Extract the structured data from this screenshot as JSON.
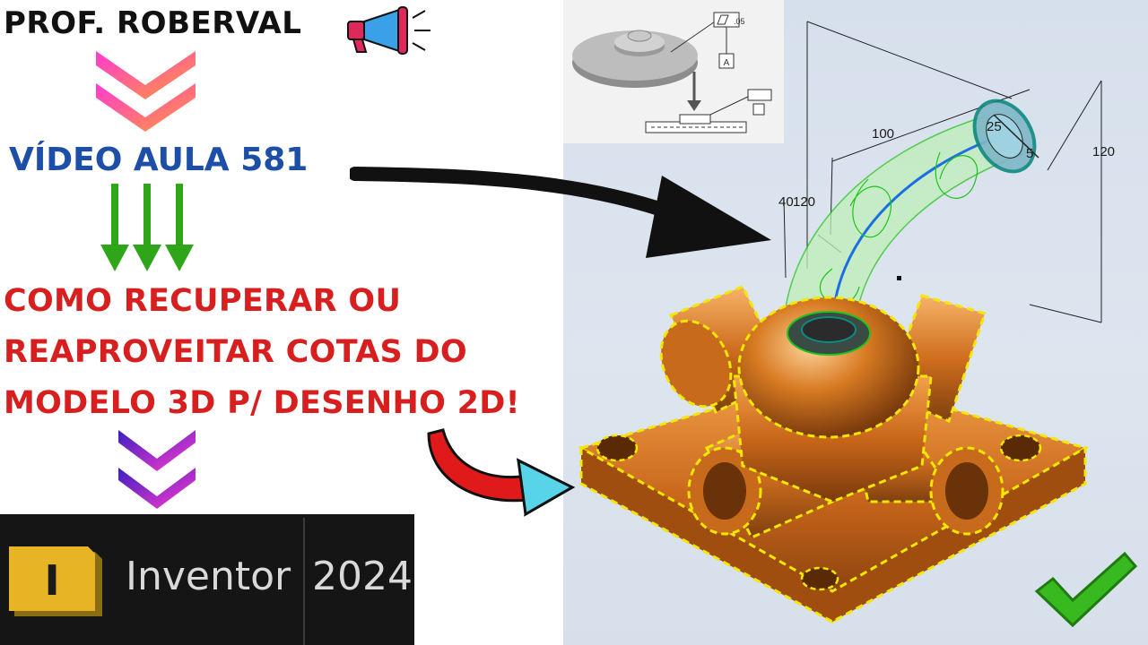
{
  "author": "PROF. ROBERVAL",
  "lesson": "VÍDEO AULA 581",
  "headline_lines": [
    "COMO RECUPERAR OU",
    "REAPROVEITAR COTAS DO",
    "MODELO 3D P/ DESENHO 2D!"
  ],
  "software": {
    "logo_letter": "I",
    "name": "Inventor",
    "year": "2024"
  },
  "dimensions": {
    "d100": "100",
    "d120_right": "120",
    "d40": "40",
    "d120_left": "120",
    "d25": "25",
    "d5": "5"
  },
  "inset_labels": {
    "tolerance": ".05",
    "datum": "A"
  },
  "icons": [
    "megaphone-icon",
    "pink-chevron-arrows",
    "green-down-arrows",
    "purple-chevron-arrows",
    "black-curved-arrow",
    "red-curved-arrow",
    "green-check-icon"
  ],
  "colors": {
    "lesson_blue": "#1d4fa8",
    "headline_red": "#d71f1f",
    "model_copper": "#c8661a",
    "edge_yellow": "#f2e800",
    "check_green": "#2fa51a"
  }
}
